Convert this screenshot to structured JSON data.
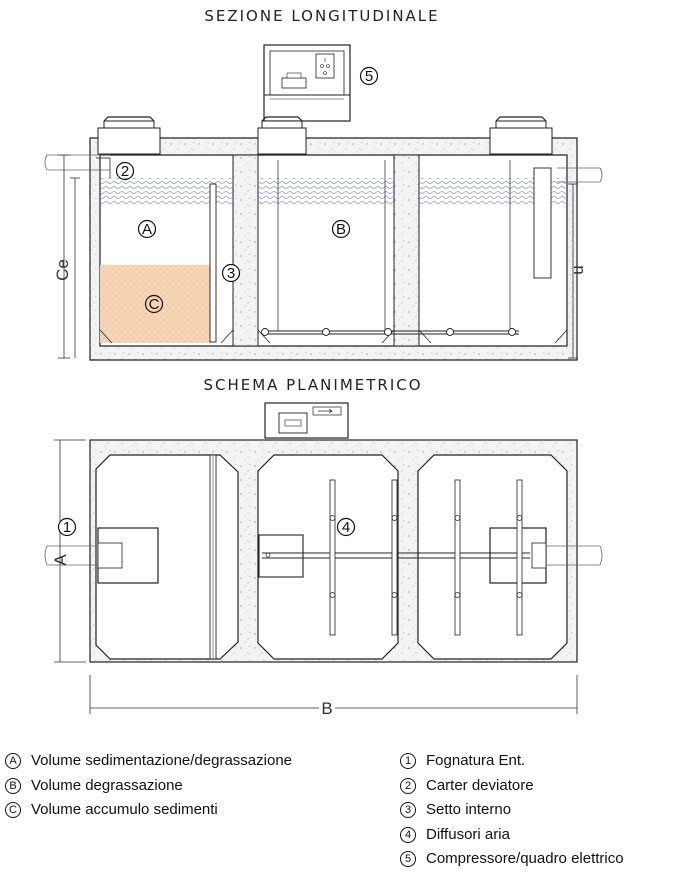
{
  "titles": {
    "section": "SEZIONE LONGITUDINALE",
    "plan": "SCHEMA PLANIMETRICO"
  },
  "markers": {
    "A": "A",
    "B": "B",
    "C": "C",
    "n1": "1",
    "n2": "2",
    "n3": "3",
    "n4": "4",
    "n5": "5"
  },
  "dimensions": {
    "ce": "Ce",
    "u": "u",
    "a": "A",
    "b": "B"
  },
  "legend_left": [
    {
      "symbol": "A",
      "text": "Volume sedimentazione/degrassazione"
    },
    {
      "symbol": "B",
      "text": "Volume degrassazione"
    },
    {
      "symbol": "C",
      "text": "Volume accumulo sedimenti"
    }
  ],
  "legend_right": [
    {
      "symbol": "1",
      "text": "Fognatura Ent."
    },
    {
      "symbol": "2",
      "text": "Carter deviatore"
    },
    {
      "symbol": "3",
      "text": "Setto interno"
    },
    {
      "symbol": "4",
      "text": "Diffusori aria"
    },
    {
      "symbol": "5",
      "text": "Compressore/quadro elettrico"
    }
  ],
  "colors": {
    "water": "#7f8fe6",
    "sediment": "#f3c7a0",
    "concrete": "#f2f2f2",
    "line": "#222222"
  }
}
